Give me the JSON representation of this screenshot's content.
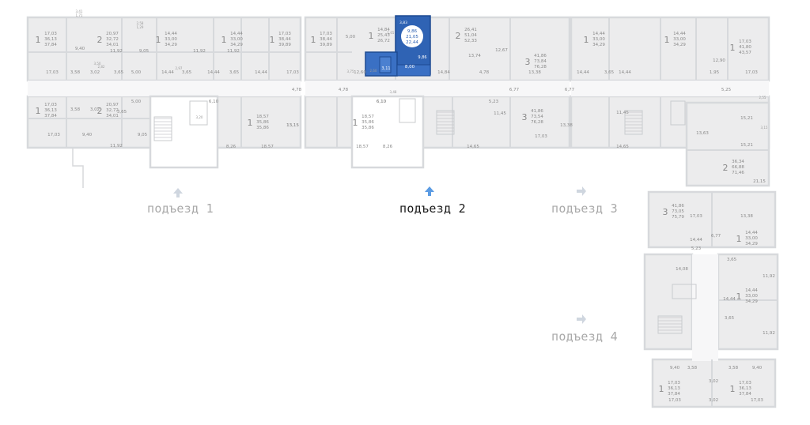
{
  "colors": {
    "wall": "#d7d9dc",
    "room_fill": "#ececed",
    "text": "#8a8a8a",
    "selected_fill": "#2f63b4",
    "selected_text": "#ffffff",
    "arrow": "#cfd6df",
    "arrow_active": "#5b9be3"
  },
  "entrances": [
    {
      "label": "подъезд 1",
      "active": false
    },
    {
      "label": "подъезд 2",
      "active": true
    },
    {
      "label": "подъезд 3",
      "active": false
    },
    {
      "label": "подъезд 4",
      "active": false
    }
  ],
  "selected_apartment": {
    "rooms": "1",
    "areas": [
      "9,86",
      "21,05",
      "22,44"
    ],
    "room_areas": [
      "9,86",
      "8,00",
      "3,11"
    ],
    "balcony": "3,83"
  },
  "apartments": [
    {
      "rooms": "1",
      "areas": [
        "17,03",
        "36,13",
        "37,84"
      ]
    },
    {
      "rooms": "2",
      "areas": [
        "20,97",
        "32,72",
        "34,01"
      ]
    },
    {
      "rooms": "1",
      "areas": [
        "14,44",
        "33,00",
        "34,29"
      ]
    },
    {
      "rooms": "1",
      "areas": [
        "14,44",
        "33,00",
        "34,29"
      ]
    },
    {
      "rooms": "1",
      "areas": [
        "17,03",
        "38,44",
        "39,89"
      ]
    },
    {
      "rooms": "1",
      "areas": [
        "17,03",
        "38,44",
        "39,89"
      ]
    },
    {
      "rooms": "1",
      "areas": [
        "14,84",
        "25,43",
        "26,72"
      ]
    },
    {
      "rooms": "2",
      "areas": [
        "26,41",
        "51,04",
        "52,33"
      ]
    },
    {
      "rooms": "3",
      "areas": [
        "41,86",
        "73,84",
        "76,28"
      ]
    },
    {
      "rooms": "1",
      "areas": [
        "14,44",
        "33,00",
        "34,29"
      ]
    },
    {
      "rooms": "1",
      "areas": [
        "14,44",
        "33,00",
        "34,29"
      ]
    },
    {
      "rooms": "1",
      "areas": [
        "17,03",
        "41,80",
        "43,57"
      ]
    },
    {
      "rooms": "1",
      "areas": [
        "17,03",
        "36,13",
        "37,84"
      ]
    },
    {
      "rooms": "2",
      "areas": [
        "20,97",
        "32,72",
        "34,01"
      ]
    },
    {
      "rooms": "1",
      "areas": [
        "18,57",
        "35,86",
        "35,86"
      ]
    },
    {
      "rooms": "1",
      "areas": [
        "18,57",
        "35,86",
        "35,86"
      ]
    },
    {
      "rooms": "3",
      "areas": [
        "41,86",
        "73,54",
        "76,28"
      ]
    },
    {
      "rooms": "2",
      "areas": [
        "36,34",
        "66,88",
        "71,46"
      ]
    },
    {
      "rooms": "3",
      "areas": [
        "41,86",
        "73,05",
        "75,79"
      ]
    },
    {
      "rooms": "1",
      "areas": [
        "14,44",
        "33,00",
        "34,29"
      ]
    },
    {
      "rooms": "1",
      "areas": [
        "14,44",
        "33,00",
        "34,29"
      ]
    },
    {
      "rooms": "1",
      "areas": [
        "17,03",
        "36,13",
        "37,84"
      ]
    },
    {
      "rooms": "1",
      "areas": [
        "17,03",
        "36,13",
        "37,84"
      ]
    }
  ],
  "room_labels": [
    "9,40",
    "11,92",
    "9,05",
    "11,92",
    "11,92",
    "17,03",
    "3,58",
    "3,02",
    "3,65",
    "5,00",
    "14,44",
    "3,65",
    "14,44",
    "3,65",
    "14,44",
    "17,03",
    "4,78",
    "5,00",
    "4,78",
    "6,10",
    "12,60",
    "14,84",
    "4,78",
    "13,74",
    "12,67",
    "13,38",
    "6,77",
    "14,44",
    "3,65",
    "14,44",
    "12,90",
    "1,95",
    "17,03",
    "5,25",
    "3,58",
    "3,02",
    "6,10",
    "5,00",
    "3,65",
    "8,26",
    "18,57",
    "13,15",
    "6,10",
    "8,26",
    "18,57",
    "13,15",
    "5,23",
    "11,45",
    "14,65",
    "13,38",
    "17,03",
    "11,45",
    "14,65",
    "6,77",
    "13,63",
    "15,21",
    "15,21",
    "21,15",
    "17,03",
    "13,38",
    "6,77",
    "14,44",
    "5,23",
    "3,65",
    "11,92",
    "14,08",
    "14,44",
    "3,65",
    "11,92",
    "9,40",
    "3,58",
    "3,58",
    "9,40",
    "17,03",
    "3,02",
    "3,02",
    "17,03",
    "9,40",
    "11,92",
    "9,05",
    "17,03"
  ],
  "small_labels": [
    "3,41",
    "1,71",
    "2,58",
    "1,29",
    "3,50",
    "2,82",
    "1,65",
    "2,97",
    "2,60",
    "3,75",
    "3,20",
    "3,48",
    "2,55",
    "3,15"
  ]
}
